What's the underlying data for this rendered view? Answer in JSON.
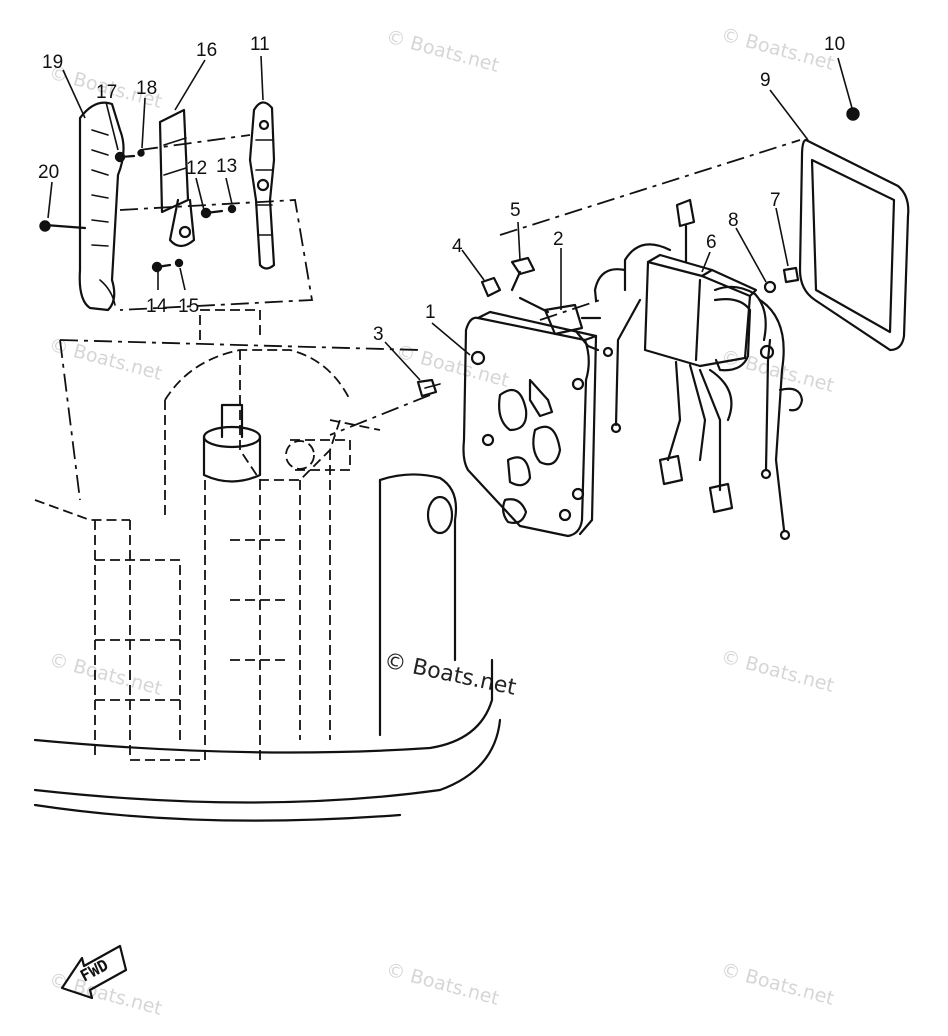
{
  "callouts": [
    "1",
    "2",
    "3",
    "4",
    "5",
    "6",
    "7",
    "8",
    "9",
    "10",
    "11",
    "12",
    "13",
    "14",
    "15",
    "16",
    "17",
    "18",
    "19",
    "20"
  ],
  "watermark": "© Boats.net",
  "fwd_label": "FWD",
  "icons": {
    "forward-arrow": "fwd-arrow-icon"
  }
}
